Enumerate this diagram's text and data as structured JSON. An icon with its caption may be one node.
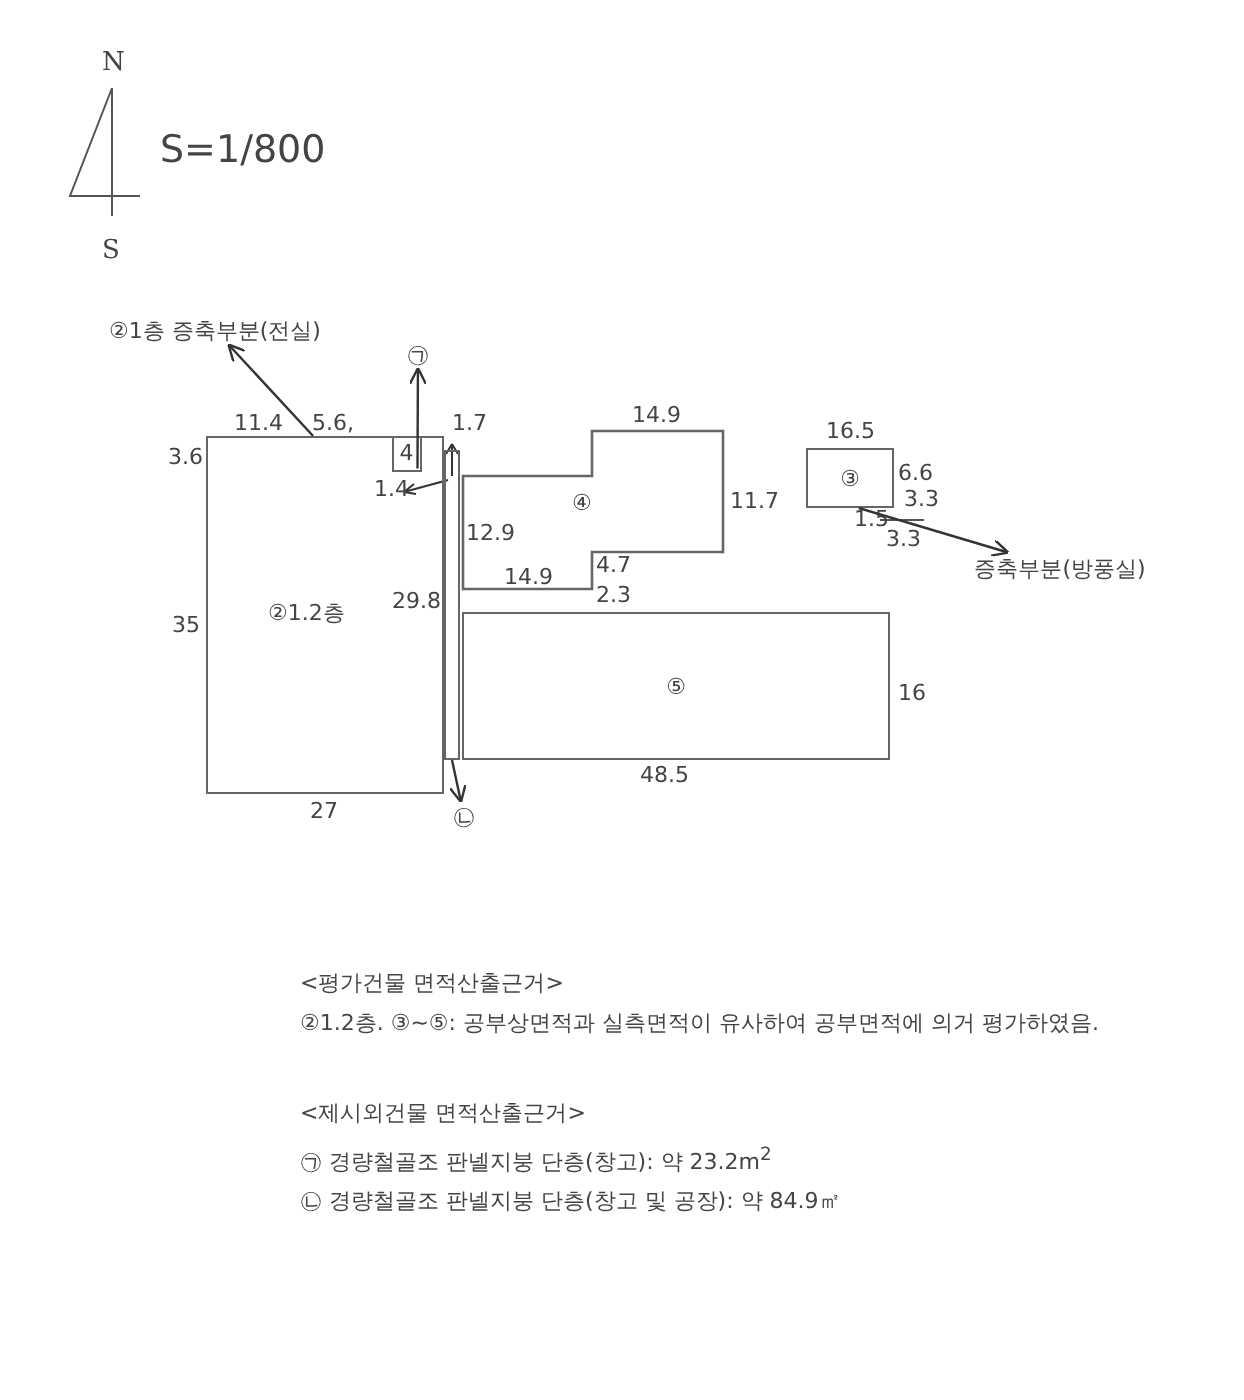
{
  "diagram": {
    "nodes": [
      {
        "text": [
          "②1층 증축부분(전실)"
        ]
      },
      {
        "text": [
          "㉠"
        ]
      },
      {
        "text": [
          "②1.2층"
        ]
      },
      {
        "text": [
          "4"
        ],
        "in": 2
      },
      {
        "text": [
          "④"
        ]
      },
      {
        "text": [
          "③"
        ]
      },
      {
        "text": [
          "증축부분(방풍실)"
        ]
      },
      {
        "text": [
          "⑤"
        ]
      },
      {
        "text": [],
        "shape": "bar"
      },
      {
        "text": [
          "㉡"
        ]
      }
    ],
    "edges": [
      {
        "from": 2,
        "to": 0,
        "arrow": "to"
      },
      {
        "from": 3,
        "to": 1,
        "arrow": "to"
      },
      {
        "from": 5,
        "to": 6,
        "arrow": "to"
      },
      {
        "from": 8,
        "to": 9,
        "arrow": "to"
      }
    ],
    "labels": [
      "N",
      "S",
      "S=1/800",
      "3.6",
      "11.4",
      "5.6,",
      "1.7",
      "1.4",
      "12.9",
      "14.9",
      "11.7",
      "14.9",
      "4.7",
      "2.3",
      "16.5",
      "6.6",
      "1.5",
      "3.3",
      "3.3",
      "35",
      "29.8",
      "16",
      "48.5",
      "27",
      "<평가건물 면적산출근거>",
      "②1.2층. ③~⑤: 공부상면적과 실측면적이 유사하여 공부면적에 의거 평가하였음.",
      "<제시외건물 면적산출근거>",
      "㉠ 경량철골조 판넬지붕 단층(창고): 약 23.2m$^{2}$",
      "㉡ 경량철골조 판넬지붕 단층(창고 및 공장): 약 84.9㎡"
    ]
  }
}
